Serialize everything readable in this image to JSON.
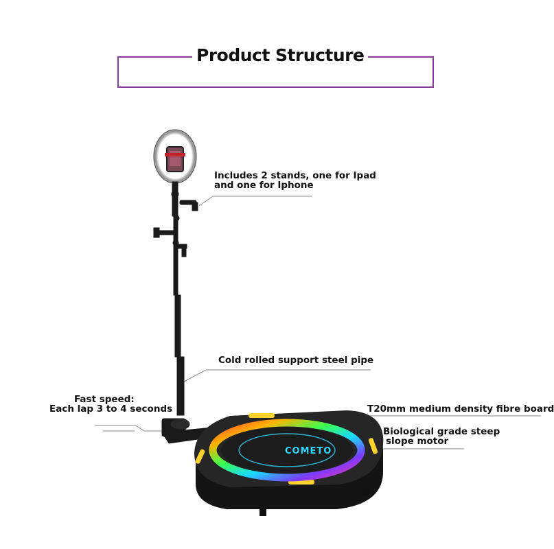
{
  "title": "Product Structure",
  "brand_logo": "COMETO",
  "annotations": {
    "stands_line1": "Includes 2 stands, one for Ipad",
    "stands_line2": "and one for Iphone",
    "pipe": "Cold rolled support steel pipe",
    "speed_line1": "Fast speed:",
    "speed_line2": "Each lap 3 to 4 seconds",
    "board": "T20mm medium density fibre board",
    "motor_line1": "Biological grade steep",
    "motor_line2": "slope motor"
  },
  "colors": {
    "frame": "#8a3a9b",
    "platform": "#1b1b1b",
    "logo": "#2fd6ff",
    "leader": "#888888"
  }
}
